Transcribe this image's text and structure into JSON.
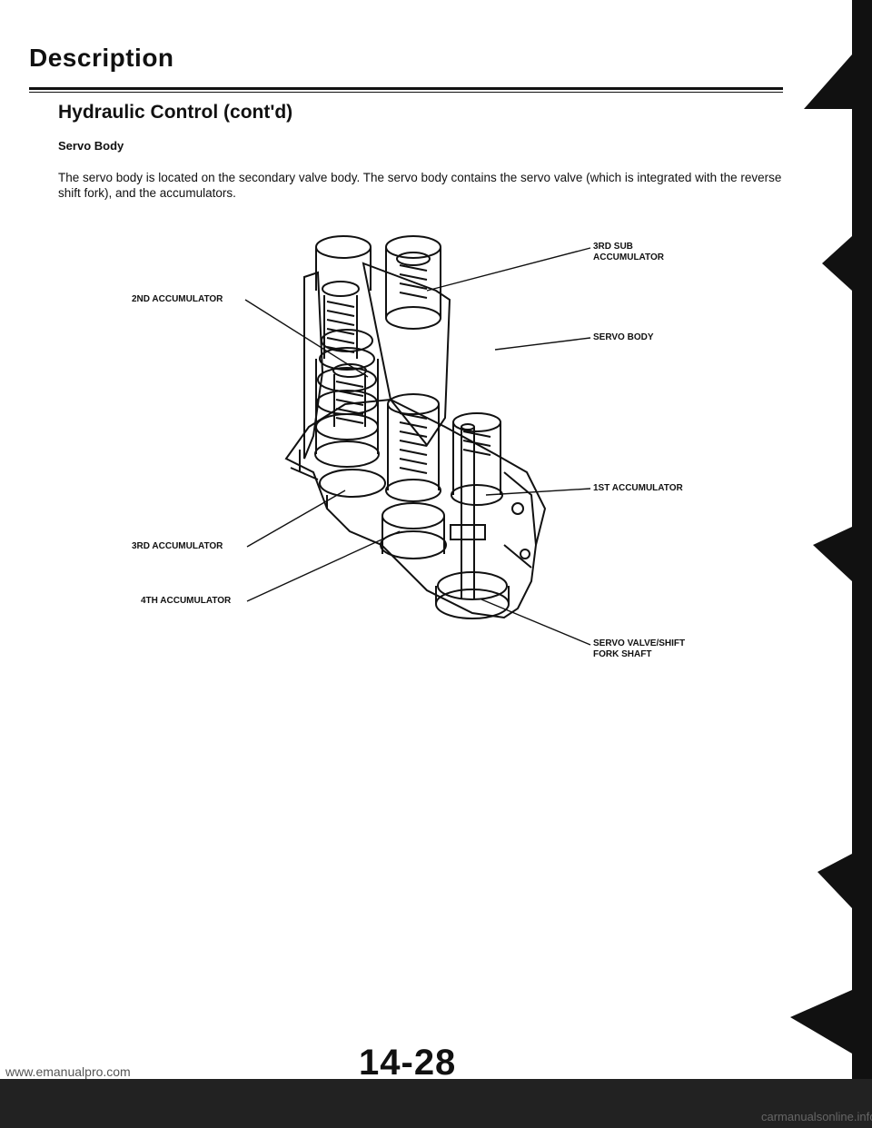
{
  "page": {
    "title": "Description",
    "section": "Hydraulic Control (cont'd)",
    "subsection": "Servo Body",
    "body": "The servo body is located on the secondary valve body. The servo body contains the servo valve (which is integrated with the reverse shift fork), and the accumulators.",
    "page_number": "14-28",
    "watermark": "www.emanualpro.com",
    "watermark_right": "carmanualsonline.info"
  },
  "figure": {
    "labels": {
      "second_accumulator": "2ND ACCUMULATOR",
      "third_sub_accumulator_1": "3RD SUB",
      "third_sub_accumulator_2": "ACCUMULATOR",
      "servo_body": "SERVO BODY",
      "first_accumulator": "1ST ACCUMULATOR",
      "third_accumulator": "3RD ACCUMULATOR",
      "fourth_accumulator": "4TH ACCUMULATOR",
      "servo_valve_1": "SERVO VALVE/SHIFT",
      "servo_valve_2": "FORK SHAFT"
    }
  }
}
